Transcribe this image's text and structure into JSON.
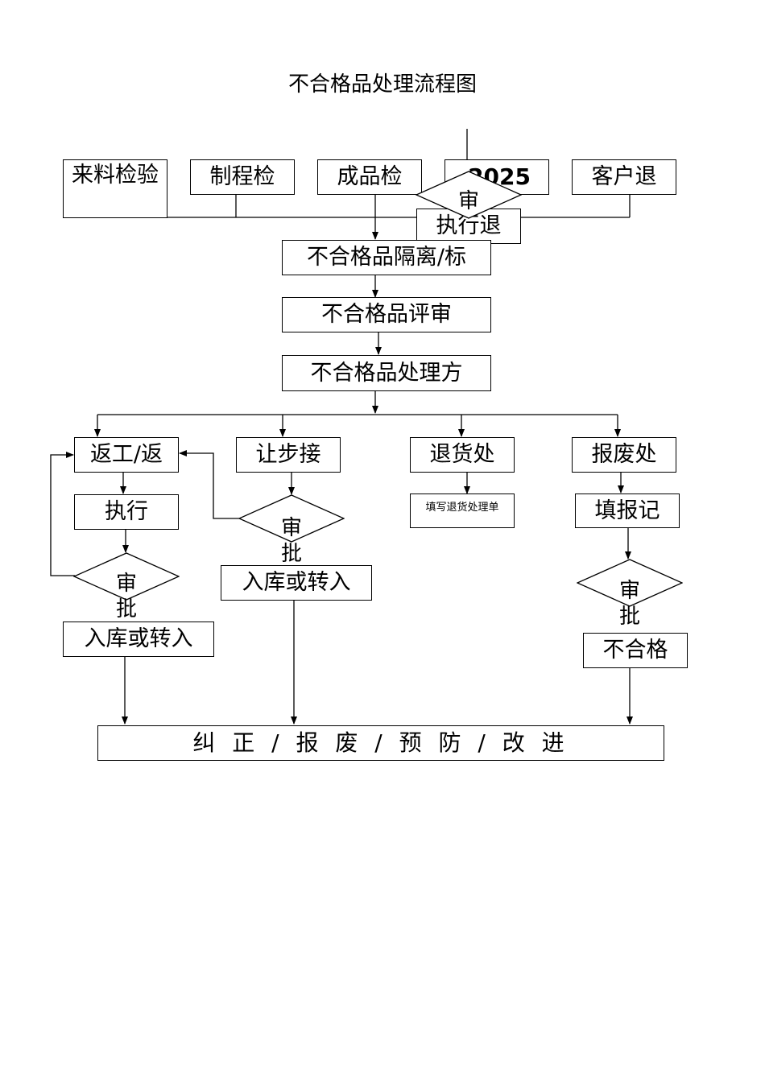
{
  "title": "不合格品处理流程图",
  "sources": {
    "incoming": "来料检验",
    "process": "制程检",
    "final": "成品检",
    "year": "2025",
    "customer": "客户退"
  },
  "overlap_box": "执行退",
  "isolation": "不合格品隔离/标",
  "review": "不合格品评审",
  "disposition": "不合格品处理方",
  "branches": {
    "rework": "返工/返",
    "rework_exec": "执行",
    "concession": "让步接",
    "return": "退货处",
    "return_form": "填写退货处理单",
    "scrap": "报废处",
    "scrap_record": "填报记"
  },
  "approve": "审批",
  "approve_top": "审",
  "stock_in_1": "入库或转入",
  "stock_in_2": "入库或转入",
  "nonconform": "不合格",
  "final_bar": "纠 正 / 报 废 / 预 防 / 改 进"
}
